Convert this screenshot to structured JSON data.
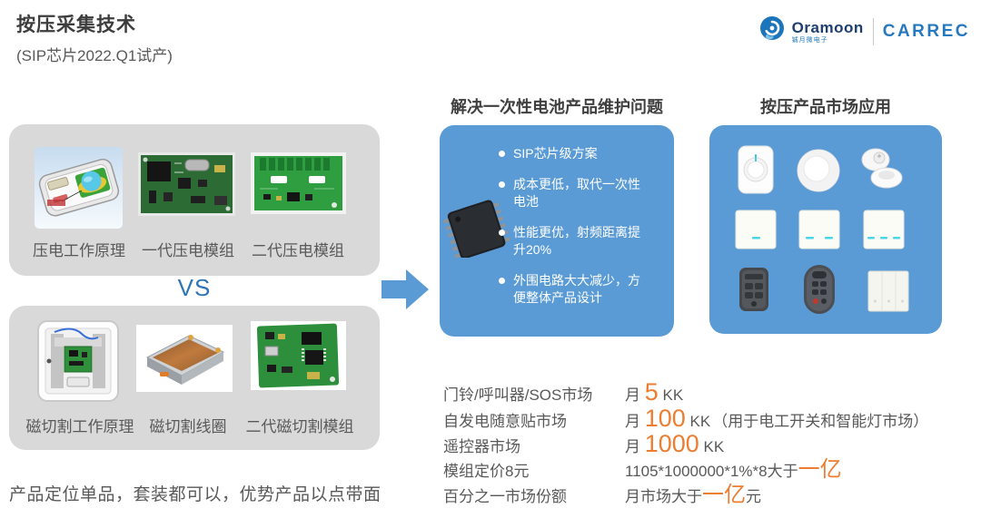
{
  "header": {
    "title": "按压采集技术",
    "subtitle": "(SIP芯片2022.Q1试产)"
  },
  "logos": {
    "oramoon_name": "Oramoon",
    "oramoon_subtext": "铖月微电子",
    "carrec_name": "CARREC"
  },
  "left": {
    "piezo_box": {
      "items": [
        {
          "label": "压电工作原理"
        },
        {
          "label": "一代压电模组"
        },
        {
          "label": "二代压电模组"
        }
      ]
    },
    "vs_label": "VS",
    "magnet_box": {
      "items": [
        {
          "label": "磁切割工作原理"
        },
        {
          "label": "磁切割线圈"
        },
        {
          "label": "二代磁切割模组"
        }
      ]
    },
    "footnote": "产品定位单品，套装都可以，优势产品以点带面"
  },
  "solution": {
    "heading": "解决一次性电池产品维护问题",
    "bullets": [
      "SIP芯片级方案",
      "成本更低，取代一次性电池",
      "性能更优，射频距离提升20%",
      "外围电路大大减少，方便整体产品设计"
    ]
  },
  "market_apps": {
    "heading": "按压产品市场应用"
  },
  "market_data": {
    "rows": [
      {
        "label": "门铃/呼叫器/SOS市场",
        "prefix": "月 ",
        "highlight": "5",
        "suffix": " KK",
        "note": ""
      },
      {
        "label": "自发电随意贴市场",
        "prefix": "月 ",
        "highlight": "100",
        "suffix": " KK",
        "note": "（用于电工开关和智能灯市场）"
      },
      {
        "label": "遥控器市场",
        "prefix": "月 ",
        "highlight": "1000",
        "suffix": " KK",
        "note": ""
      },
      {
        "label": "模组定价8元",
        "prefix": "1105*1000000*1%*8大于",
        "highlight": "一亿",
        "suffix": "",
        "note": ""
      },
      {
        "label": "百分之一市场份额",
        "prefix": "月市场大于",
        "highlight": "一亿",
        "suffix": "元",
        "note": ""
      }
    ]
  },
  "icons": {
    "arrow_right": "block-right-arrow",
    "bullet": "round-dot"
  },
  "colors": {
    "accent_blue": "#5b9bd5",
    "vs_blue": "#2e75b6",
    "highlight_orange": "#ed7d31",
    "panel_gray": "#d9d9d9",
    "text_gray": "#595959",
    "title_dark": "#3f3f3f"
  }
}
